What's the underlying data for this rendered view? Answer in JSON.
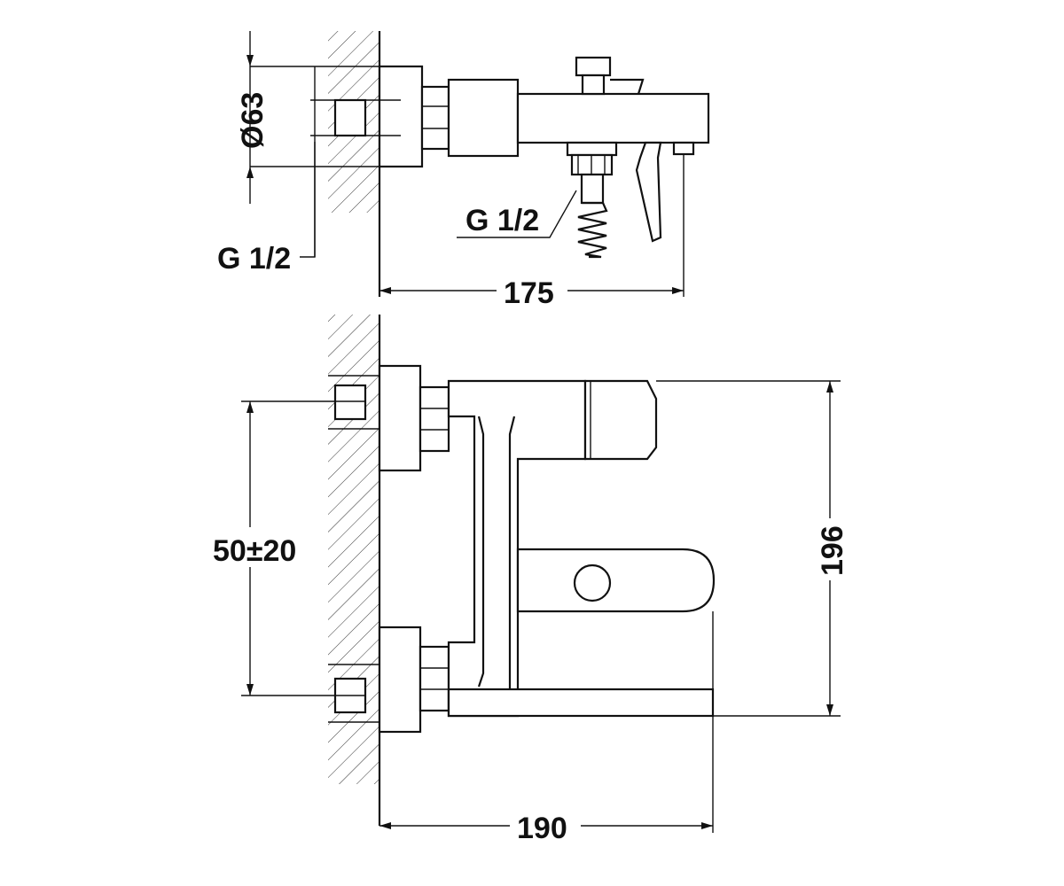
{
  "labels": {
    "diameter": "Ø63",
    "wall_thread": "G 1/2",
    "outlet_thread": "G 1/2",
    "projection_top": "175",
    "height": "196",
    "centers": "50±20",
    "projection_front": "190"
  },
  "colors": {
    "line": "#111111",
    "background": "#ffffff"
  }
}
